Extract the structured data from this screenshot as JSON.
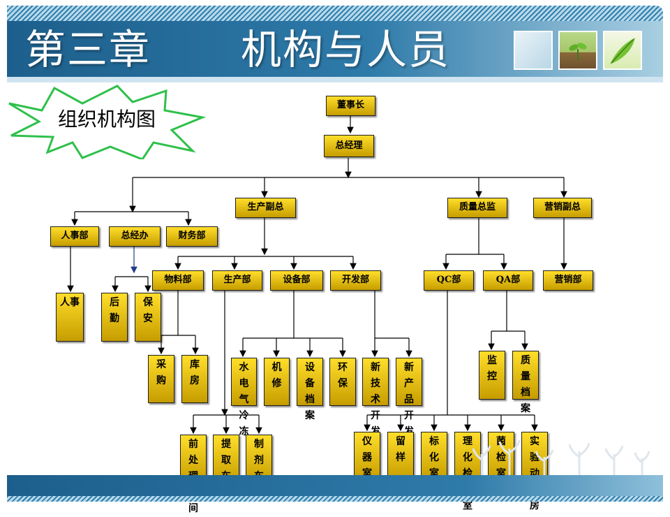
{
  "slide": {
    "chapter": "第三章",
    "title": "机构与人员",
    "callout": "组织机构图"
  },
  "colors": {
    "header": "#1d5f8c",
    "node_fill_top": "#ffde2a",
    "node_fill_bottom": "#c69d00",
    "callout_border": "#2ec04a"
  },
  "org": {
    "chairman": "董事长",
    "gm": "总经理",
    "prod_vp": "生产副总",
    "qa_director": "质量总监",
    "sales_vp": "营销副总",
    "hr_dept": "人事部",
    "gm_office": "总经办",
    "finance_dept": "财务部",
    "materials_dept": "物料部",
    "production_dept": "生产部",
    "equipment_dept": "设备部",
    "rd_dept": "开发部",
    "qc_dept": "QC部",
    "qa_dept": "QA部",
    "sales_dept": "营销部",
    "hr": "人事",
    "logistics": "后勤",
    "security": "保安",
    "purchasing": "采购",
    "warehouse": "库房",
    "utilities": "水电气冷冻",
    "repair": "机修",
    "equipment_archive": "设备档案",
    "env_protection": "环保",
    "new_tech": "新技术开发",
    "new_product": "新产品开发",
    "pretreatment": "前处理车间",
    "extraction": "提取车间",
    "preparation": "制剂车间",
    "instrument_room": "仪器室",
    "sample_retention": "留样",
    "standards_room": "标化室",
    "physchem_lab": "理化检验室",
    "micro_lab": "菌检室",
    "animal_room": "实验动物房",
    "monitoring": "监控",
    "quality_archive": "质量档案"
  }
}
